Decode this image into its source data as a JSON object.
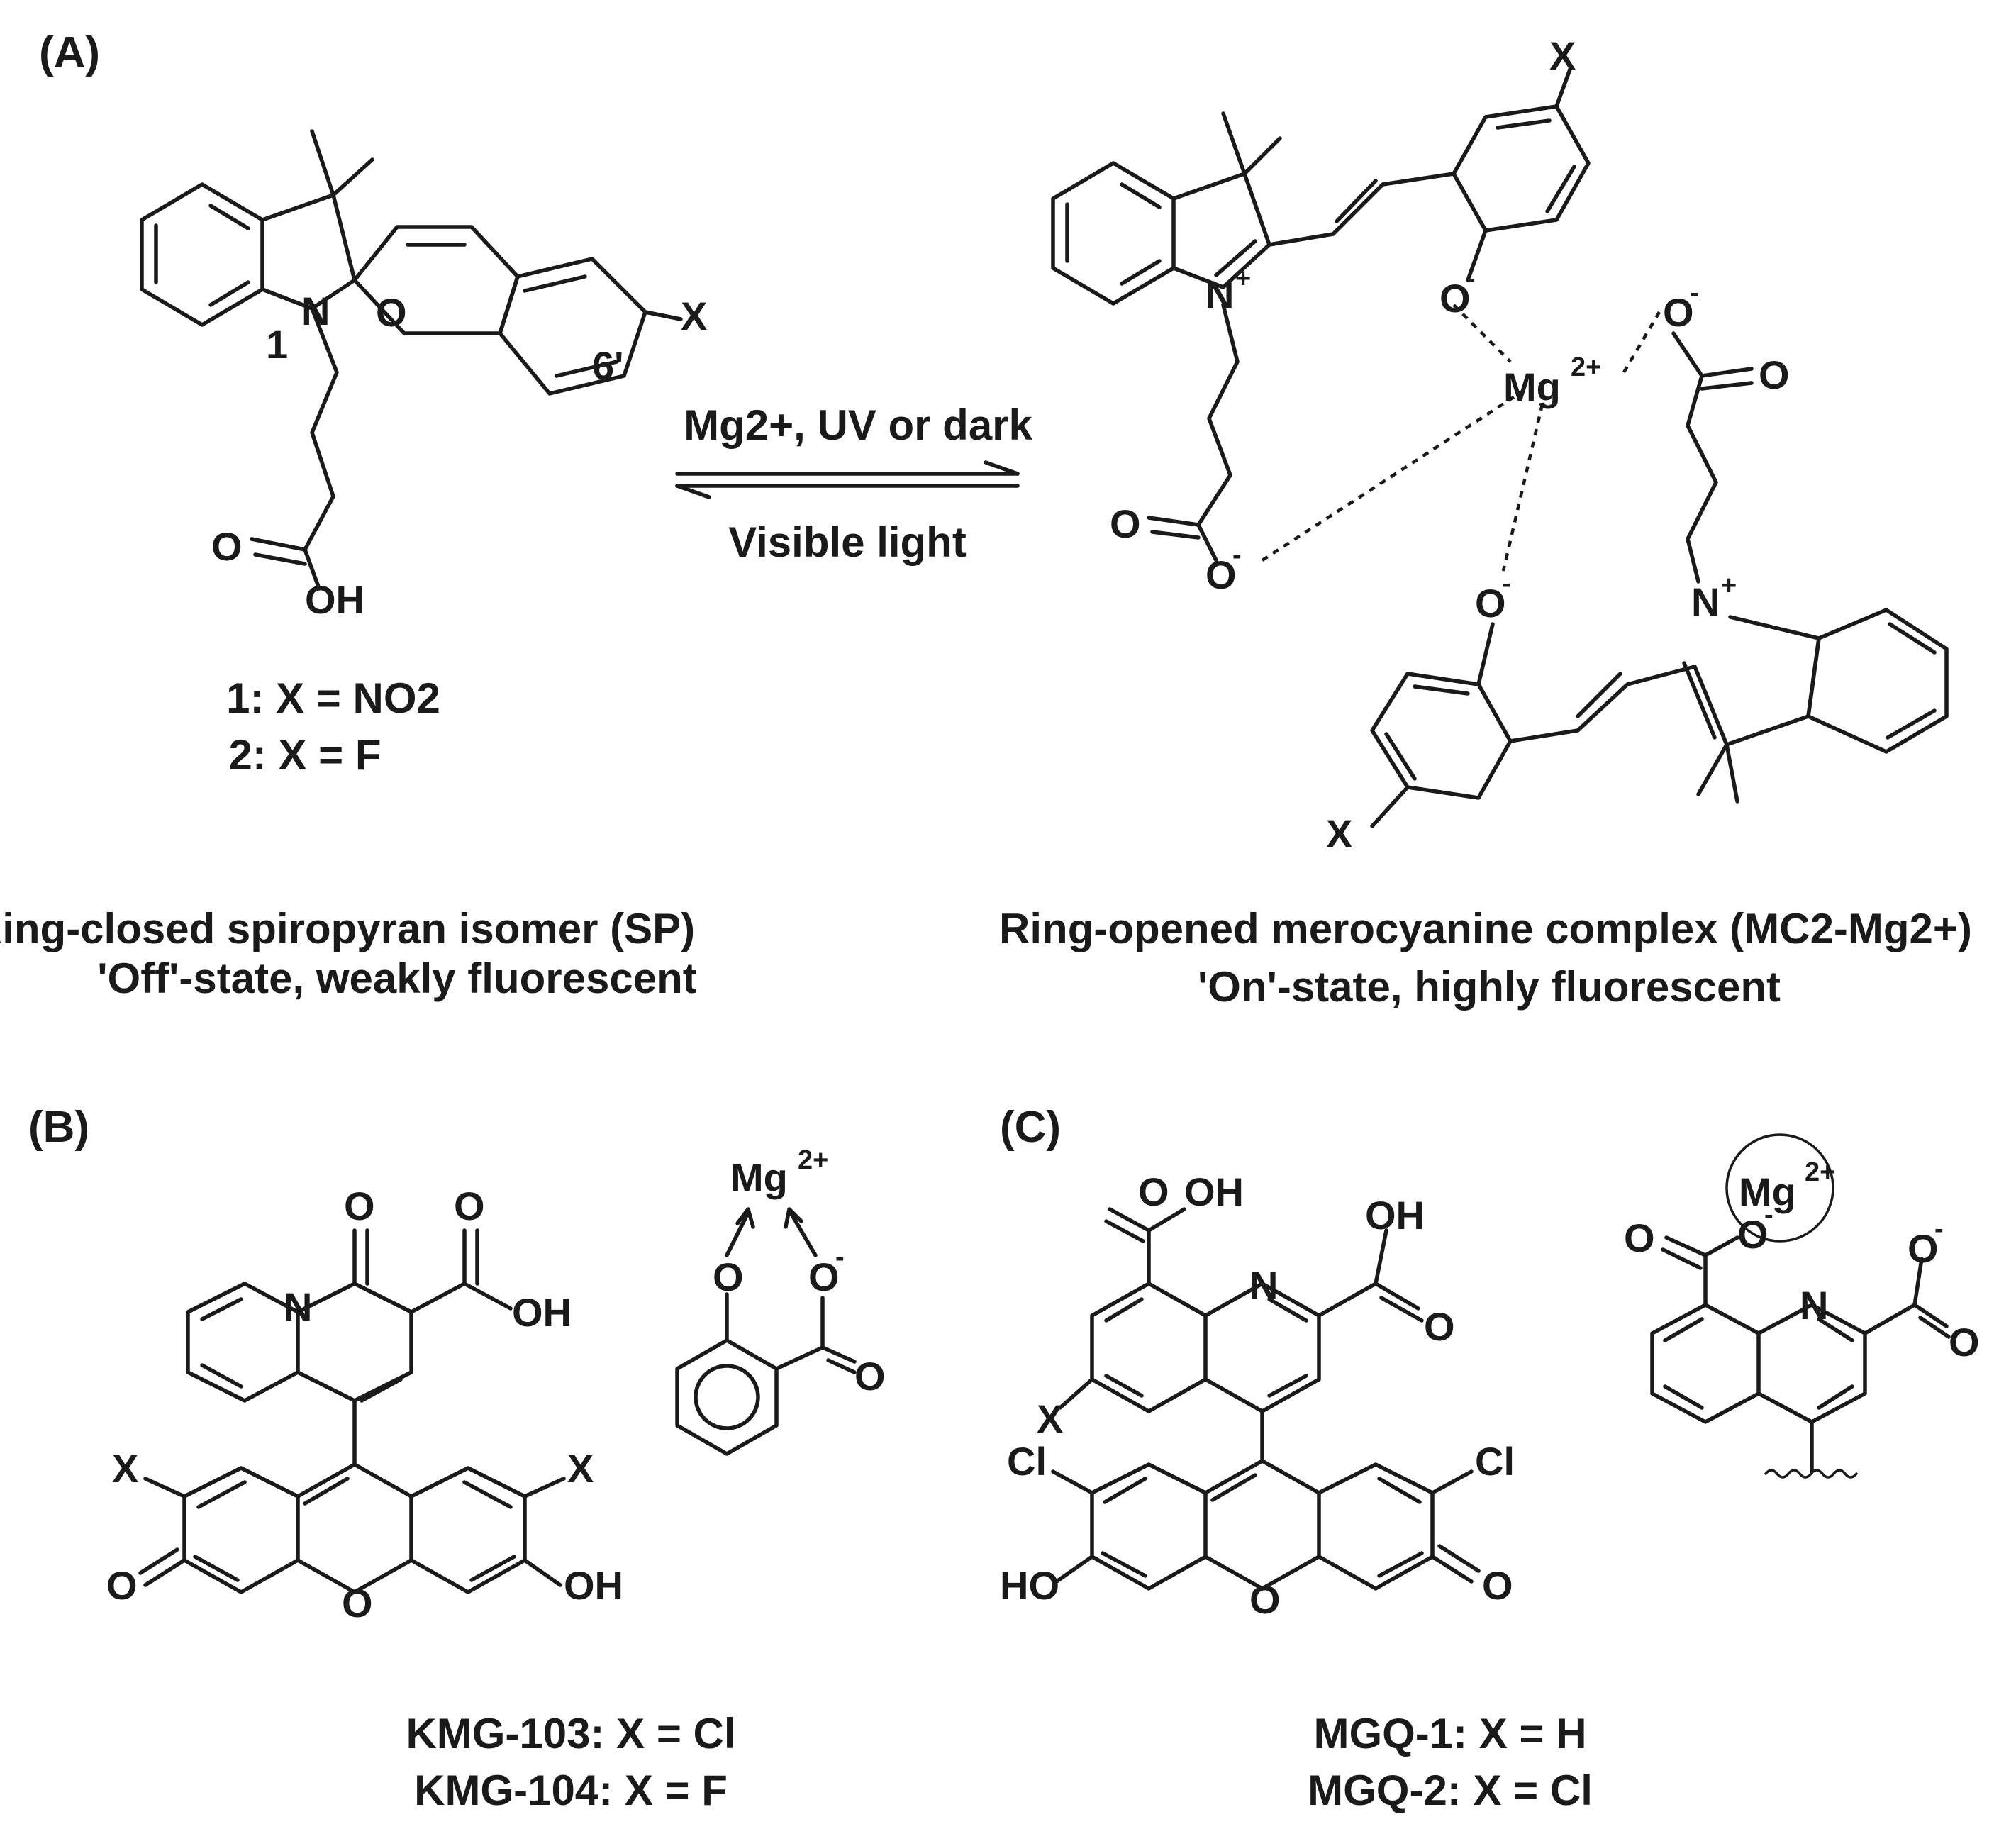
{
  "panels": {
    "a": {
      "label": "(A)"
    },
    "b": {
      "label": "(B)"
    },
    "c": {
      "label": "(C)"
    }
  },
  "reaction": {
    "forward": "Mg2+, UV or dark",
    "reverse": "Visible light"
  },
  "sp": {
    "variant1": "1: X = NO2",
    "variant2": "2: X = F",
    "caption1": "Ring-closed spiropyran isomer (SP)",
    "caption2": "'Off'-state, weakly fluorescent"
  },
  "mc": {
    "caption1": "Ring-opened merocyanine complex (MC2-Mg2+)",
    "caption2": "'On'-state, highly fluorescent"
  },
  "kmg": {
    "variant1": "KMG-103: X = Cl",
    "variant2": "KMG-104: X = F"
  },
  "mgq": {
    "variant1": "MGQ-1: X = H",
    "variant2": "MGQ-2: X = Cl"
  },
  "atoms": {
    "X": "X",
    "N": "N",
    "O": "O",
    "OH": "OH",
    "HO": "HO",
    "Cl": "Cl",
    "Mg": "Mg",
    "charge2": "2+",
    "minus": "-",
    "plus": "+",
    "pos1": "1",
    "pos6": "6'"
  }
}
